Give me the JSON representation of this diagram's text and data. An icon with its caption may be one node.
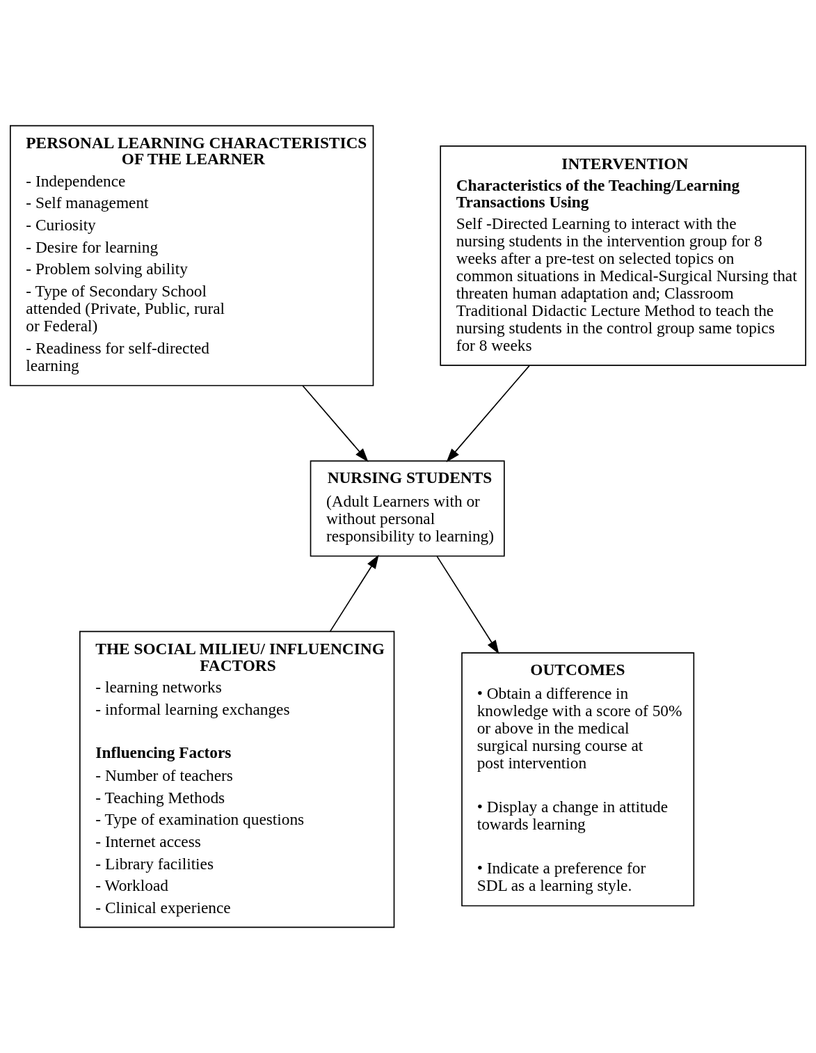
{
  "diagram": {
    "nodes": [
      {
        "text": [
          "PERSONAL LEARNING CHARACTERISTICS OF THE LEARNER",
          "- Independence",
          "- Self management",
          "- Curiosity",
          "- Desire for learning",
          "- Problem solving ability",
          "- Type of Secondary School attended (Private, Public, rural or Federal)",
          "- Readiness for self-directed learning"
        ]
      },
      {
        "text": [
          "INTERVENTION",
          "Characteristics of the Teaching/Learning Transactions Using",
          "Self -Directed Learning to interact with the nursing students in the intervention group for 8 weeks after a pre-test on selected topics on common situations in Medical-Surgical Nursing that threaten human adaptation and; Classroom Traditional Didactic Lecture Method to teach the nursing students in the control group same topics for 8 weeks"
        ]
      },
      {
        "text": [
          "NURSING STUDENTS",
          "(Adult Learners with or without personal responsibility to learning)"
        ]
      },
      {
        "text": [
          "THE SOCIAL MILIEU/ INFLUENCING FACTORS",
          "- learning networks",
          "- informal learning exchanges",
          "Influencing Factors",
          "- Number of teachers",
          "- Teaching Methods",
          "- Type of examination questions",
          "- Internet access",
          "- Library facilities",
          "- Workload",
          "- Clinical experience"
        ]
      },
      {
        "text": [
          "OUTCOMES",
          "• Obtain a difference in knowledge with a score of 50% or above in the medical surgical nursing course at post intervention",
          "• Display a change in attitude towards learning",
          "• Indicate a preference for SDL as a learning style."
        ]
      }
    ],
    "edges": [
      {
        "from": 0,
        "to": 2,
        "arrow": "to"
      },
      {
        "from": 1,
        "to": 2,
        "arrow": "to"
      },
      {
        "from": 3,
        "to": 2,
        "arrow": "to"
      },
      {
        "from": 2,
        "to": 4,
        "arrow": "to"
      }
    ]
  }
}
